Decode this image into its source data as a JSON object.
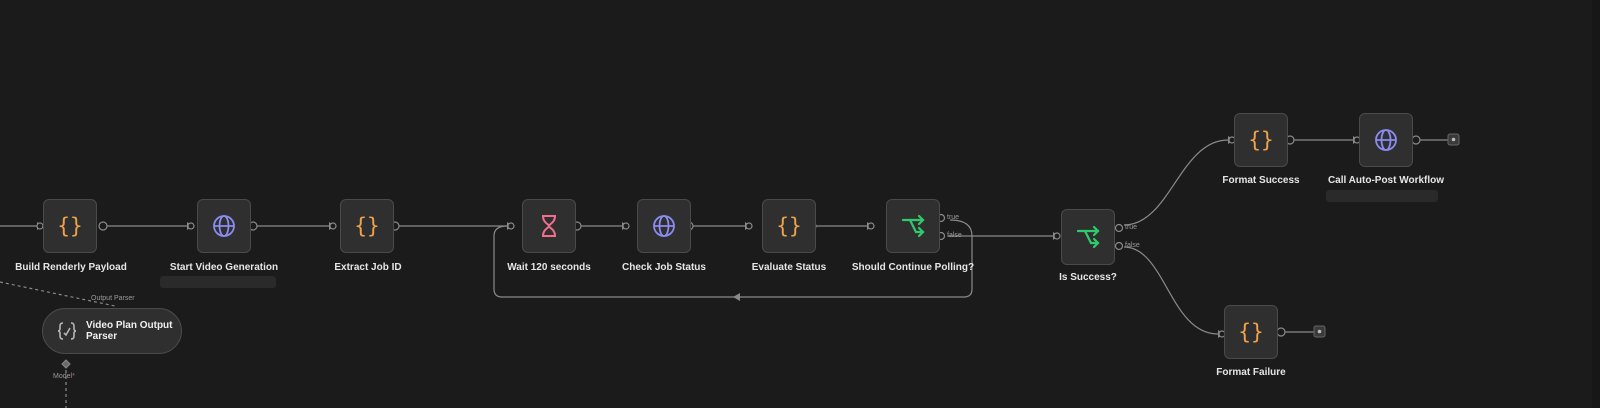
{
  "nodes": {
    "build": {
      "label": "Build Renderly Payload",
      "icon": "code-braces-icon"
    },
    "start_video": {
      "label": "Start Video Generation",
      "icon": "globe-icon"
    },
    "extract_job": {
      "label": "Extract Job ID",
      "icon": "code-braces-icon"
    },
    "wait": {
      "label": "Wait 120 seconds",
      "icon": "hourglass-icon"
    },
    "check_status": {
      "label": "Check Job Status",
      "icon": "globe-icon"
    },
    "evaluate": {
      "label": "Evaluate Status",
      "icon": "code-braces-icon"
    },
    "should_continue": {
      "label": "Should Continue Polling?",
      "icon": "branch-icon",
      "ports": [
        "true",
        "false"
      ]
    },
    "is_success": {
      "label": "Is Success?",
      "icon": "branch-icon",
      "ports": [
        "true",
        "false"
      ]
    },
    "format_success": {
      "label": "Format Success",
      "icon": "code-braces-icon"
    },
    "call_autopost": {
      "label": "Call Auto-Post Workflow",
      "icon": "globe-icon"
    },
    "format_failure": {
      "label": "Format Failure",
      "icon": "code-braces-icon"
    }
  },
  "parser": {
    "title": "Video Plan Output Parser",
    "input_label": "Output Parser",
    "model_label": "Model",
    "required_mark": "*"
  },
  "colors": {
    "canvas": "#1b1b1b",
    "node": "#2f2f2f",
    "edge": "#8a8a8a",
    "code_icon": "#f0a24a",
    "globe_icon": "#8b8bf0",
    "hourglass_icon": "#ef6f8e",
    "branch_icon": "#2fcb6b"
  }
}
